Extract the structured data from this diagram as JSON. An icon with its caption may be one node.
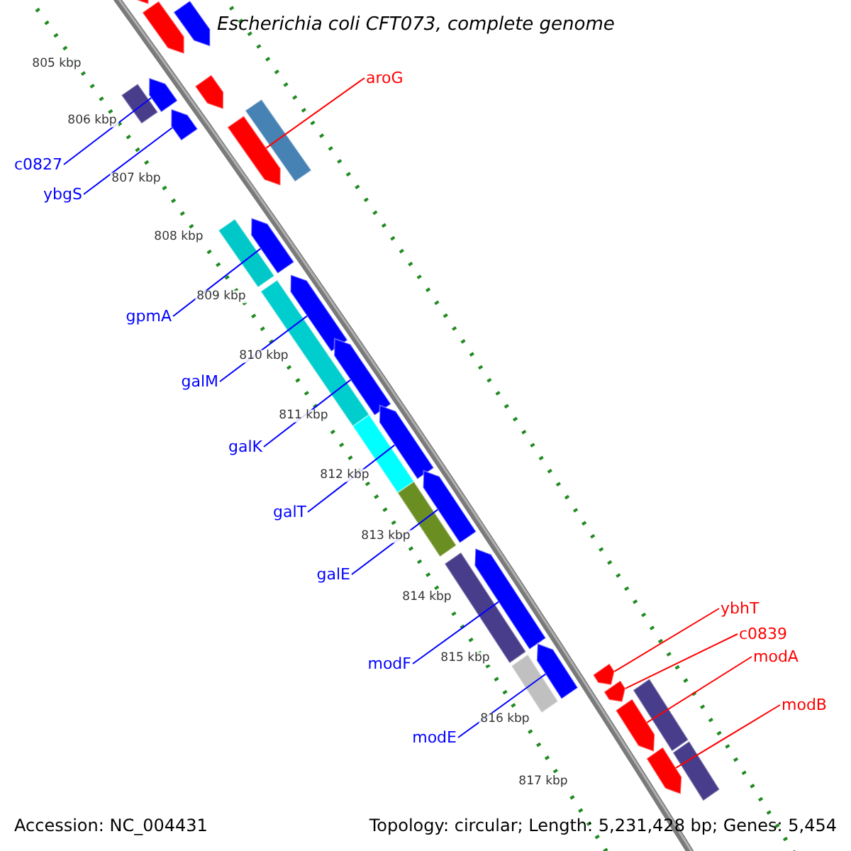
{
  "diagram": {
    "title": "Escherichia coli CFT073, complete genome",
    "nodes": [
      {
        "text": [
          "aroG"
        ]
      },
      {
        "text": [
          "c0827"
        ]
      },
      {
        "text": [
          "ybgS"
        ]
      },
      {
        "text": [
          "gpmA"
        ]
      },
      {
        "text": [
          "galM"
        ]
      },
      {
        "text": [
          "galK"
        ]
      },
      {
        "text": [
          "galT"
        ]
      },
      {
        "text": [
          "galE"
        ]
      },
      {
        "text": [
          "modF"
        ]
      },
      {
        "text": [
          "modE"
        ]
      },
      {
        "text": [
          "ybhT"
        ]
      },
      {
        "text": [
          "c0839"
        ]
      },
      {
        "text": [
          "modA"
        ]
      },
      {
        "text": [
          "modB"
        ]
      },
      {
        "text": [],
        "shape": "pentagon"
      },
      {
        "text": [],
        "shape": "pentagon"
      },
      {
        "text": [],
        "shape": "pentagon"
      },
      {
        "text": [],
        "shape": "pentagon"
      },
      {
        "text": [],
        "shape": "pentagon"
      },
      {
        "text": [],
        "shape": "bar"
      },
      {
        "text": [],
        "shape": "bar"
      },
      {
        "text": [],
        "shape": "pentagon"
      },
      {
        "text": [],
        "shape": "pentagon"
      },
      {
        "text": [],
        "shape": "pentagon"
      },
      {
        "text": [],
        "shape": "bar"
      },
      {
        "text": [],
        "shape": "pentagon"
      },
      {
        "text": [],
        "shape": "bar"
      },
      {
        "text": [],
        "shape": "pentagon"
      },
      {
        "text": [],
        "shape": "pentagon"
      },
      {
        "text": [],
        "shape": "bar"
      },
      {
        "text": [],
        "shape": "pentagon"
      },
      {
        "text": [],
        "shape": "bar"
      },
      {
        "text": [],
        "shape": "pentagon"
      },
      {
        "text": [],
        "shape": "bar"
      },
      {
        "text": [],
        "shape": "pentagon"
      },
      {
        "text": [],
        "shape": "bar"
      },
      {
        "text": [],
        "shape": "pentagon"
      },
      {
        "text": [],
        "shape": "bar"
      },
      {
        "text": [],
        "shape": "pentagon"
      },
      {
        "text": [],
        "shape": "pentagon"
      },
      {
        "text": [],
        "shape": "bar"
      },
      {
        "text": [],
        "shape": "pentagon"
      }
    ],
    "edges": [
      {
        "from": 0,
        "to": 22,
        "arrow": "none",
        "color": "#ff0000"
      },
      {
        "from": 1,
        "to": 17,
        "arrow": "none"
      },
      {
        "from": 2,
        "to": 21,
        "arrow": "none"
      },
      {
        "from": 3,
        "to": 23,
        "arrow": "none"
      },
      {
        "from": 4,
        "to": 25,
        "arrow": "none"
      },
      {
        "from": 5,
        "to": 27,
        "arrow": "none"
      },
      {
        "from": 6,
        "to": 28,
        "arrow": "none"
      },
      {
        "from": 7,
        "to": 30,
        "arrow": "none"
      },
      {
        "from": 8,
        "to": 32,
        "arrow": "none"
      },
      {
        "from": 9,
        "to": 34,
        "arrow": "none"
      },
      {
        "from": 10,
        "to": 36,
        "arrow": "none",
        "color": "#ff0000"
      },
      {
        "from": 11,
        "to": 38,
        "arrow": "none",
        "color": "#ff0000"
      },
      {
        "from": 12,
        "to": 39,
        "arrow": "none",
        "color": "#ff0000"
      },
      {
        "from": 13,
        "to": 41,
        "arrow": "none",
        "color": "#ff0000"
      }
    ],
    "labels": [
      "805 kbp",
      "806 kbp",
      "807 kbp",
      "808 kbp",
      "809 kbp",
      "810 kbp",
      "811 kbp",
      "812 kbp",
      "813 kbp",
      "814 kbp",
      "815 kbp",
      "816 kbp",
      "817 kbp",
      "Accession: NC_004431",
      "Topology: circular; Length: 5,231,428 bp; Genes: 5,454"
    ]
  }
}
